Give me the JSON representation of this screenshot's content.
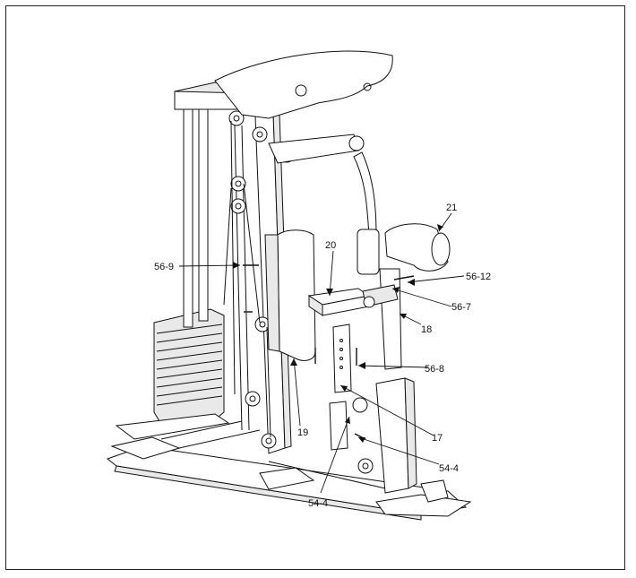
{
  "callouts": {
    "c21": "21",
    "c20": "20",
    "c56_12": "56-12",
    "c56_7": "56-7",
    "c18": "18",
    "c56_8": "56-8",
    "c17": "17",
    "c54_4_right": "54-4",
    "c54_4_bottom": "54-4",
    "c19": "19",
    "c56_9": "56-9"
  }
}
